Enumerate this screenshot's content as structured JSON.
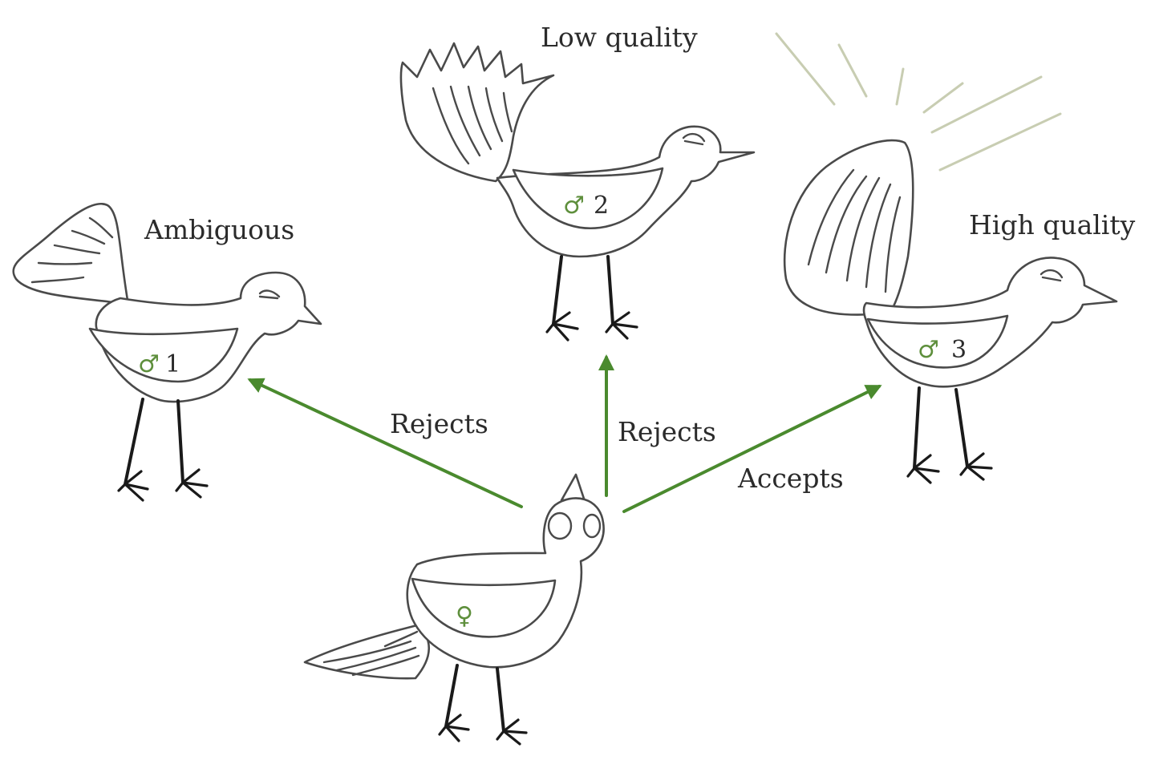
{
  "colors": {
    "arrow": "#4a8a2e",
    "sex_symbol": "#5e8f3c",
    "rays": "#c8cdb2",
    "outline": "#4a4a4a"
  },
  "labels": {
    "ambiguous": "Ambiguous",
    "low_quality": "Low quality",
    "high_quality": "High quality"
  },
  "males": [
    {
      "symbol": "♂",
      "number": "1"
    },
    {
      "symbol": "♂",
      "number": "2"
    },
    {
      "symbol": "♂",
      "number": "3"
    }
  ],
  "female": {
    "symbol": "♀"
  },
  "arrows": [
    {
      "label": "Rejects",
      "target": "male-1"
    },
    {
      "label": "Rejects",
      "target": "male-2"
    },
    {
      "label": "Accepts",
      "target": "male-3"
    }
  ]
}
